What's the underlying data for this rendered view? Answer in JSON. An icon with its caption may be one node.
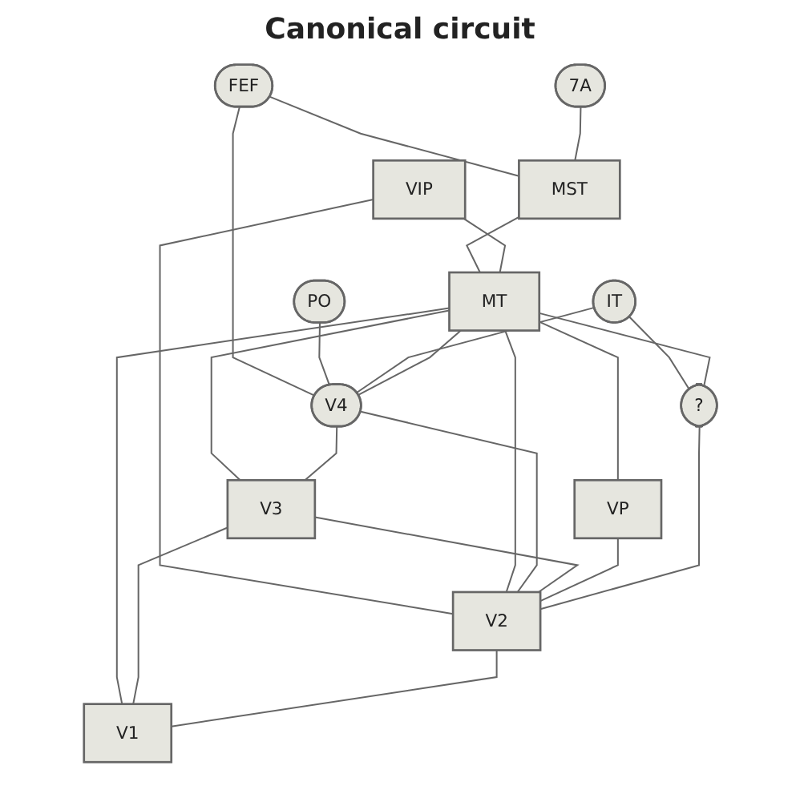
{
  "diagram": {
    "title": "Canonical circuit",
    "nodes": [
      {
        "text": [
          "FEF"
        ]
      },
      {
        "text": [
          "7A"
        ]
      },
      {
        "text": [
          "MST"
        ]
      },
      {
        "text": [
          "VIP"
        ]
      },
      {
        "text": [
          "PO"
        ]
      },
      {
        "text": [
          "IT"
        ]
      },
      {
        "text": [
          "MT"
        ]
      },
      {
        "text": [
          "V4"
        ]
      },
      {
        "text": [
          "V3"
        ]
      },
      {
        "text": [
          "VP"
        ]
      },
      {
        "text": [
          "?"
        ]
      },
      {
        "text": [
          "V2"
        ]
      },
      {
        "text": [
          "V1"
        ]
      }
    ],
    "edges": [
      {
        "from": 0,
        "to": 2,
        "arrow": "none"
      },
      {
        "from": 0,
        "to": 7,
        "arrow": "none"
      },
      {
        "from": 1,
        "to": 2,
        "arrow": "none"
      },
      {
        "from": 2,
        "to": 6,
        "arrow": "none"
      },
      {
        "from": 3,
        "to": 6,
        "arrow": "none"
      },
      {
        "from": 3,
        "to": 11,
        "arrow": "none"
      },
      {
        "from": 4,
        "to": 7,
        "arrow": "none"
      },
      {
        "from": 5,
        "to": 7,
        "arrow": "none"
      },
      {
        "from": 5,
        "to": 10,
        "arrow": "none"
      },
      {
        "from": 6,
        "to": 7,
        "arrow": "none"
      },
      {
        "from": 6,
        "to": 12,
        "arrow": "none"
      },
      {
        "from": 6,
        "to": 11,
        "arrow": "none"
      },
      {
        "from": 6,
        "to": 8,
        "arrow": "none"
      },
      {
        "from": 6,
        "to": 9,
        "arrow": "none"
      },
      {
        "from": 6,
        "to": 10,
        "arrow": "none"
      },
      {
        "from": 7,
        "to": 11,
        "arrow": "none"
      },
      {
        "from": 7,
        "to": 8,
        "arrow": "none"
      },
      {
        "from": 8,
        "to": 11,
        "arrow": "none"
      },
      {
        "from": 8,
        "to": 12,
        "arrow": "none"
      },
      {
        "from": 9,
        "to": 11,
        "arrow": "none"
      },
      {
        "from": 10,
        "to": 11,
        "arrow": "none"
      },
      {
        "from": 11,
        "to": 12,
        "arrow": "none"
      }
    ]
  }
}
